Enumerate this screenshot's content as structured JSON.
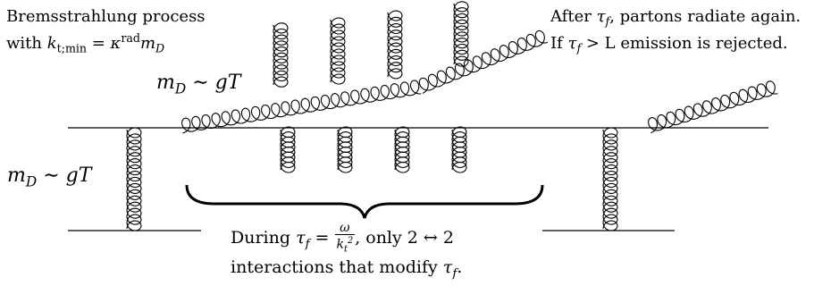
{
  "labels": {
    "bremsstrahlung_line1": "Bremsstrahlung process",
    "bremsstrahlung_line2_prefix": "with ",
    "bremsstrahlung_kt": "k",
    "bremsstrahlung_kt_sub": "t;min",
    "bremsstrahlung_eq": " = κ",
    "bremsstrahlung_rad_sup": "rad",
    "bremsstrahlung_m": "m",
    "bremsstrahlung_m_sub": "D",
    "after_line1_prefix": "After ",
    "after_tau": "τ",
    "after_tau_sub": "f",
    "after_line1_suffix": ", partons radiate again.",
    "after_line2_prefix": "If ",
    "after_line2_tau": "τ",
    "after_line2_tau_sub": "f",
    "after_line2_suffix": " > L emission is rejected.",
    "md_upper": "m",
    "md_upper_sub": "D",
    "md_upper_rest": " ∼ gT",
    "md_left": "m",
    "md_left_sub": "D",
    "md_left_rest": " ∼ gT",
    "during_prefix": "During ",
    "during_tau": "τ",
    "during_tau_sub": "f",
    "during_eq": " = ",
    "during_frac_num": "ω",
    "during_frac_den": "k",
    "during_frac_den_sub": "t",
    "during_frac_den_sup": "2",
    "during_suffix": ", only 2 ↔ 2",
    "interactions_prefix": "interactions that modify ",
    "interactions_tau": "τ",
    "interactions_tau_sub": "f",
    "interactions_suffix": "."
  },
  "colors": {
    "ink": "#000000",
    "background": "#ffffff"
  }
}
